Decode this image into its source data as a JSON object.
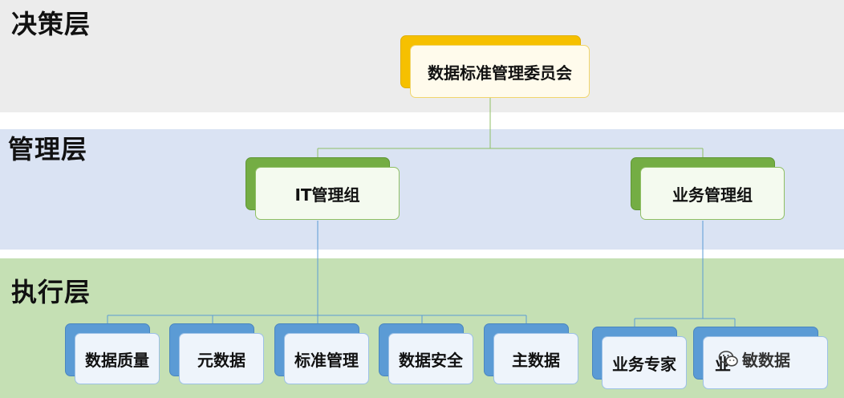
{
  "layers": {
    "decision": "决策层",
    "management": "管理层",
    "execution": "执行层"
  },
  "nodes": {
    "committee": "数据标准管理委员会",
    "it_group": "IT管理组",
    "business_group": "业务管理组",
    "data_quality": "数据质量",
    "metadata": "元数据",
    "standard_mgmt": "标准管理",
    "data_security": "数据安全",
    "master_data": "主数据",
    "business_expert": "业务专家",
    "partially_hidden": "业"
  },
  "watermark": {
    "text": "敏数据",
    "icon": "wechat-icon"
  },
  "colors": {
    "decision_band": "#ececec",
    "management_band": "#dae3f3",
    "execution_band": "#c5e0b4",
    "decision_card": "#f6c000",
    "management_card": "#74ad44",
    "execution_card": "#5b9bd5",
    "connector": "#5b9bd5"
  }
}
